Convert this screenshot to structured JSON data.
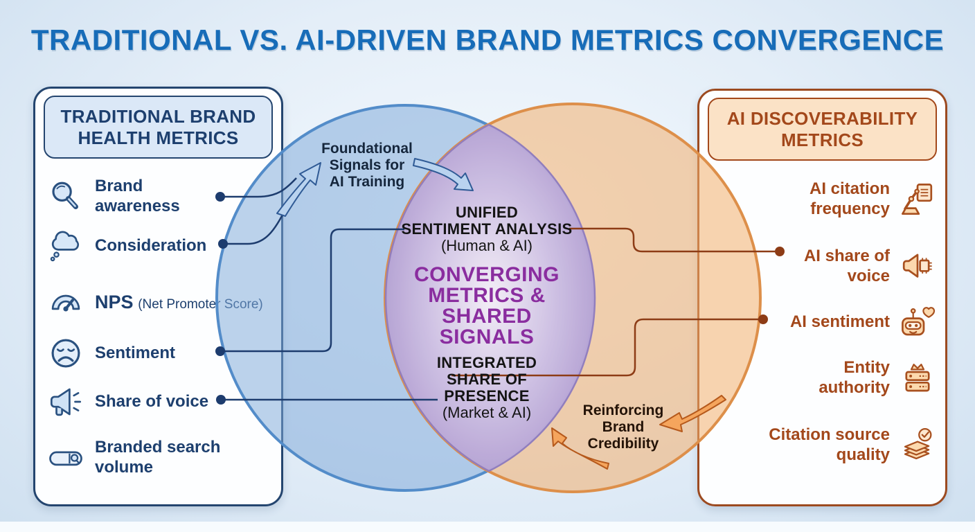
{
  "title": "TRADITIONAL VS. AI-DRIVEN BRAND METRICS CONVERGENCE",
  "left_panel": {
    "title": "TRADITIONAL BRAND\nHEALTH METRICS",
    "items": [
      {
        "icon": "magnifier-icon",
        "label": "Brand\nawareness"
      },
      {
        "icon": "thought-bubble-icon",
        "label": "Consideration"
      },
      {
        "icon": "gauge-icon",
        "label": "NPS",
        "note": "(Net Promoter Score)"
      },
      {
        "icon": "sad-face-icon",
        "label": "Sentiment"
      },
      {
        "icon": "megaphone-icon",
        "label": "Share of voice"
      },
      {
        "icon": "search-bar-icon",
        "label": "Branded search\nvolume"
      }
    ]
  },
  "right_panel": {
    "title": "AI DISCOVERABILITY\nMETRICS",
    "items": [
      {
        "icon": "robot-arm-document-icon",
        "label": "AI citation\nfrequency"
      },
      {
        "icon": "ai-megaphone-icon",
        "label": "AI share of\nvoice"
      },
      {
        "icon": "robot-heart-icon",
        "label": "AI sentiment"
      },
      {
        "icon": "server-crown-icon",
        "label": "Entity\nauthority"
      },
      {
        "icon": "certified-books-icon",
        "label": "Citation source\nquality"
      }
    ]
  },
  "venn": {
    "foundational_label": [
      "Foundational",
      "Signals for",
      "AI Training"
    ],
    "reinforcing_label": [
      "Reinforcing",
      "Brand",
      "Credibility"
    ],
    "unified": [
      "UNIFIED",
      "SENTIMENT ANALYSIS",
      "(Human & AI)"
    ],
    "converging": [
      "CONVERGING",
      "METRICS &",
      "SHARED",
      "SIGNALS"
    ],
    "integrated": [
      "INTEGRATED",
      "SHARE OF",
      "PRESENCE",
      "(Market & AI)"
    ]
  },
  "colors": {
    "title_blue": "#176cb8",
    "navy_text": "#1d3f6e",
    "blue_circle_stroke": "#538cc9",
    "orange_circle_stroke": "#dd8f4a",
    "brown_text": "#a3481b",
    "purple_text": "#8a2d9f",
    "overlap_purple": "#ab97d2"
  }
}
